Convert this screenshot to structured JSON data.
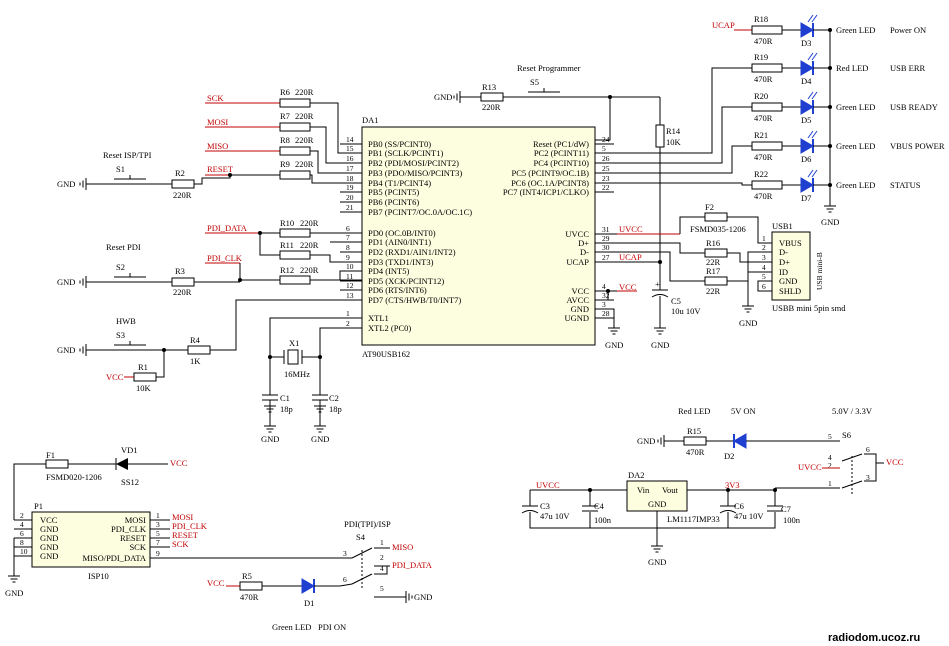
{
  "title_block": {
    "watermark": "radiodom.ucoz.ru"
  },
  "mcu": {
    "ref": "DA1",
    "part": "AT90USB162",
    "left_pins": [
      {
        "num": "14",
        "name": "PB0 (SS/PCINT0)"
      },
      {
        "num": "15",
        "name": "PB1 (SCLK/PCINT1)"
      },
      {
        "num": "16",
        "name": "PB2 (PDI/MOSI/PCINT2)"
      },
      {
        "num": "17",
        "name": "PB3 (PDO/MISO/PCINT3)"
      },
      {
        "num": "18",
        "name": "PB4 (T1/PCINT4)"
      },
      {
        "num": "19",
        "name": "PB5 (PCINT5)"
      },
      {
        "num": "20",
        "name": "PB6 (PCINT6)"
      },
      {
        "num": "21",
        "name": "PB7 (PCINT7/OC.0A/OC.1C)"
      },
      {
        "num": "6",
        "name": "PD0 (OC.0B/INT0)"
      },
      {
        "num": "7",
        "name": "PD1 (AIN0/INT1)"
      },
      {
        "num": "8",
        "name": "PD2 (RXD1/AIN1/INT2)"
      },
      {
        "num": "9",
        "name": "PD3 (TXD1/INT3)"
      },
      {
        "num": "10",
        "name": "PD4 (INT5)"
      },
      {
        "num": "11",
        "name": "PD5 (XCK/PCINT12)"
      },
      {
        "num": "12",
        "name": "PD6 (RTS/INT6)"
      },
      {
        "num": "13",
        "name": "PD7 (CTS/HWB/T0/INT7)"
      },
      {
        "num": "1",
        "name": "XTL1"
      },
      {
        "num": "2",
        "name": "XTL2 (PC0)"
      }
    ],
    "right_pins": [
      {
        "num": "24",
        "name": "Reset (PC1/dW)"
      },
      {
        "num": "5",
        "name": "PC2 (PCINT11)"
      },
      {
        "num": "26",
        "name": "PC4 (PCINT10)"
      },
      {
        "num": "25",
        "name": "PC5 (PCINT9/OC.1B)"
      },
      {
        "num": "23",
        "name": "PC6 (OC.1A/PCINT8)"
      },
      {
        "num": "22",
        "name": "PC7 (INT4/ICP1/CLKO)"
      },
      {
        "num": "31",
        "name": "UVCC"
      },
      {
        "num": "29",
        "name": "D+"
      },
      {
        "num": "30",
        "name": "D-"
      },
      {
        "num": "27",
        "name": "UCAP"
      },
      {
        "num": "4",
        "name": "VCC"
      },
      {
        "num": "32",
        "name": "AVCC"
      },
      {
        "num": "3",
        "name": "GND"
      },
      {
        "num": "28",
        "name": "UGND"
      }
    ]
  },
  "nets": {
    "sck": "SCK",
    "mosi": "MOSI",
    "miso": "MISO",
    "reset": "RESET",
    "pdi_data": "PDI_DATA",
    "pdi_clk": "PDI_CLK",
    "ucap": "UCAP",
    "uvcc": "UVCC",
    "vcc": "VCC",
    "gnd": "GND",
    "v3v3": "3V3"
  },
  "resistors": {
    "r6": {
      "ref": "R6",
      "val": "220R"
    },
    "r7": {
      "ref": "R7",
      "val": "220R"
    },
    "r8": {
      "ref": "R8",
      "val": "220R"
    },
    "r9": {
      "ref": "R9",
      "val": "220R"
    },
    "r10": {
      "ref": "R10",
      "val": "220R"
    },
    "r11": {
      "ref": "R11",
      "val": "220R"
    },
    "r12": {
      "ref": "R12",
      "val": "220R"
    },
    "r13": {
      "ref": "R13",
      "val": "220R"
    },
    "r2": {
      "ref": "R2",
      "val": "220R"
    },
    "r3": {
      "ref": "R3",
      "val": "220R"
    },
    "r4": {
      "ref": "R4",
      "val": "1K"
    },
    "r1": {
      "ref": "R1",
      "val": "10K"
    },
    "r14": {
      "ref": "R14",
      "val": "10K"
    },
    "r16": {
      "ref": "R16",
      "val": "22R"
    },
    "r17": {
      "ref": "R17",
      "val": "22R"
    },
    "r18": {
      "ref": "R18",
      "val": "470R"
    },
    "r19": {
      "ref": "R19",
      "val": "470R"
    },
    "r20": {
      "ref": "R20",
      "val": "470R"
    },
    "r21": {
      "ref": "R21",
      "val": "470R"
    },
    "r22": {
      "ref": "R22",
      "val": "470R"
    },
    "r15": {
      "ref": "R15",
      "val": "470R"
    },
    "r5": {
      "ref": "R5",
      "val": "470R"
    }
  },
  "switches": {
    "s1": {
      "ref": "S1",
      "label": "Reset ISP/TPI"
    },
    "s2": {
      "ref": "S2",
      "label": "Reset PDI"
    },
    "s3": {
      "ref": "S3",
      "label": "HWB"
    },
    "s5": {
      "ref": "S5",
      "label": "Reset Programmer"
    },
    "s6": {
      "ref": "S6",
      "label": "5.0V / 3.3V"
    },
    "s4": {
      "ref": "S4",
      "label": "PDI(TPI)/ISP"
    }
  },
  "leds": {
    "d3": {
      "ref": "D3",
      "color": "Green LED",
      "func": "Power ON"
    },
    "d4": {
      "ref": "D4",
      "color": "Red LED",
      "func": "USB ERR"
    },
    "d5": {
      "ref": "D5",
      "color": "Green LED",
      "func": "USB READY"
    },
    "d6": {
      "ref": "D6",
      "color": "Green LED",
      "func": "VBUS POWER"
    },
    "d7": {
      "ref": "D7",
      "color": "Green LED",
      "func": "STATUS"
    },
    "d2": {
      "ref": "D2",
      "color": "Red LED",
      "func": "5V ON"
    },
    "d1": {
      "ref": "D1",
      "color": "Green LED",
      "func": "PDI ON"
    }
  },
  "fuses": {
    "f2": {
      "ref": "F2",
      "part": "FSMD035-1206"
    },
    "f1": {
      "ref": "F1",
      "part": "FSMD020-1206"
    }
  },
  "caps": {
    "c1": {
      "ref": "C1",
      "val": "18p"
    },
    "c2": {
      "ref": "C2",
      "val": "18p"
    },
    "c5": {
      "ref": "C5",
      "val": "10u 10V"
    },
    "c3": {
      "ref": "C3",
      "val": "47u 10V"
    },
    "c4": {
      "ref": "C4",
      "val": "100n"
    },
    "c6": {
      "ref": "C6",
      "val": "47u 10V"
    },
    "c7": {
      "ref": "C7",
      "val": "100n"
    }
  },
  "crystal": {
    "ref": "X1",
    "val": "16MHz"
  },
  "diode": {
    "ref": "VD1",
    "part": "SS12"
  },
  "usb": {
    "ref": "USB1",
    "part": "USBB mini 5pin smd",
    "side": "USB mini-B",
    "pins": [
      {
        "num": "1",
        "name": "VBUS"
      },
      {
        "num": "2",
        "name": "D-"
      },
      {
        "num": "3",
        "name": "D+"
      },
      {
        "num": "4",
        "name": "ID"
      },
      {
        "num": "5",
        "name": "GND"
      },
      {
        "num": "6",
        "name": "SHLD"
      }
    ]
  },
  "regulator": {
    "ref": "DA2",
    "part": "LM1117IMP33",
    "vin": "Vin",
    "vout": "Vout",
    "gnd": "GND"
  },
  "isp": {
    "ref": "P1",
    "part": "ISP10",
    "left": [
      {
        "num": "2",
        "name": "VCC"
      },
      {
        "num": "4",
        "name": "GND"
      },
      {
        "num": "6",
        "name": "GND"
      },
      {
        "num": "8",
        "name": "GND"
      },
      {
        "num": "10",
        "name": "GND"
      }
    ],
    "right": [
      {
        "num": "1",
        "name": "MOSI"
      },
      {
        "num": "3",
        "name": "PDI_CLK"
      },
      {
        "num": "5",
        "name": "RESET"
      },
      {
        "num": "7",
        "name": "SCK"
      },
      {
        "num": "9",
        "name": "MISO/PDI_DATA"
      }
    ]
  },
  "pin_labels": {
    "p1": "1",
    "p2": "2",
    "p3": "3",
    "p4": "4",
    "p5": "5",
    "p6": "6"
  }
}
